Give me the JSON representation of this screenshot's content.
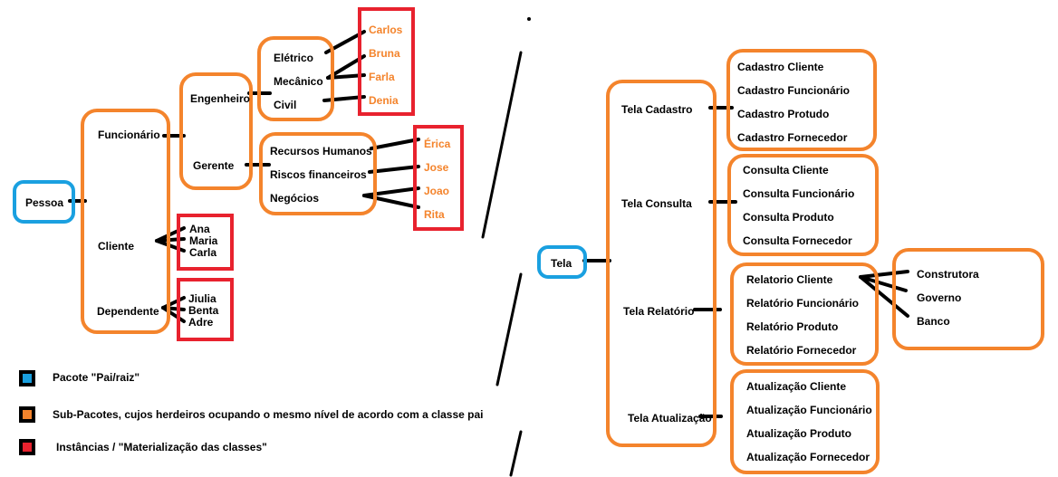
{
  "left_diagram": {
    "root": "Pessoa",
    "level1": [
      "Funcionário",
      "Cliente",
      "Dependente"
    ],
    "funcionario_children": [
      "Engenheiro",
      "Gerente"
    ],
    "engenheiro_children": [
      "Elétrico",
      "Mecânico",
      "Civil"
    ],
    "engenheiro_instances": [
      "Carlos",
      "Bruna",
      "Farla",
      "Denia"
    ],
    "gerente_children": [
      "Recursos Humanos",
      "Riscos financeiros",
      "Negócios"
    ],
    "gerente_instances": [
      "Érica",
      "Jose",
      "Joao",
      "Rita"
    ],
    "cliente_instances": [
      "Ana",
      "Maria",
      "Carla"
    ],
    "dependente_instances": [
      "Jiulia",
      "Benta",
      "Adre"
    ]
  },
  "legend": [
    {
      "color": "#1aa0e0",
      "label": "Pacote \"Pai/raiz\""
    },
    {
      "color": "#f4842c",
      "label": "Sub-Pacotes, cujos herdeiros ocupando o mesmo nível de acordo com a classe pai"
    },
    {
      "color": "#e8222e",
      "label": " Instâncias / \"Materialização das classes\""
    }
  ],
  "right_diagram": {
    "root": "Tela",
    "level1": [
      "Tela Cadastro",
      "Tela Consulta",
      "Tela Relatório",
      "Tela Atualização"
    ],
    "cadastro": [
      "Cadastro Cliente",
      "Cadastro Funcionário",
      "Cadastro Protudo",
      "Cadastro Fornecedor"
    ],
    "consulta": [
      "Consulta Cliente",
      "Consulta Funcionário",
      "Consulta Produto",
      "Consulta Fornecedor"
    ],
    "relatorio": [
      "Relatorio Cliente",
      "Relatório Funcionário",
      "Relatório Produto",
      "Relatório Fornecedor"
    ],
    "relatorio_cliente_children": [
      "Construtora",
      "Governo",
      "Banco"
    ],
    "atualizacao": [
      "Atualização Cliente",
      "Atualização Funcionário",
      "Atualização Produto",
      "Atualização Fornecedor"
    ]
  },
  "colors": {
    "root": "#1aa0e0",
    "subpackage": "#f4842c",
    "instance": "#e8222e"
  }
}
